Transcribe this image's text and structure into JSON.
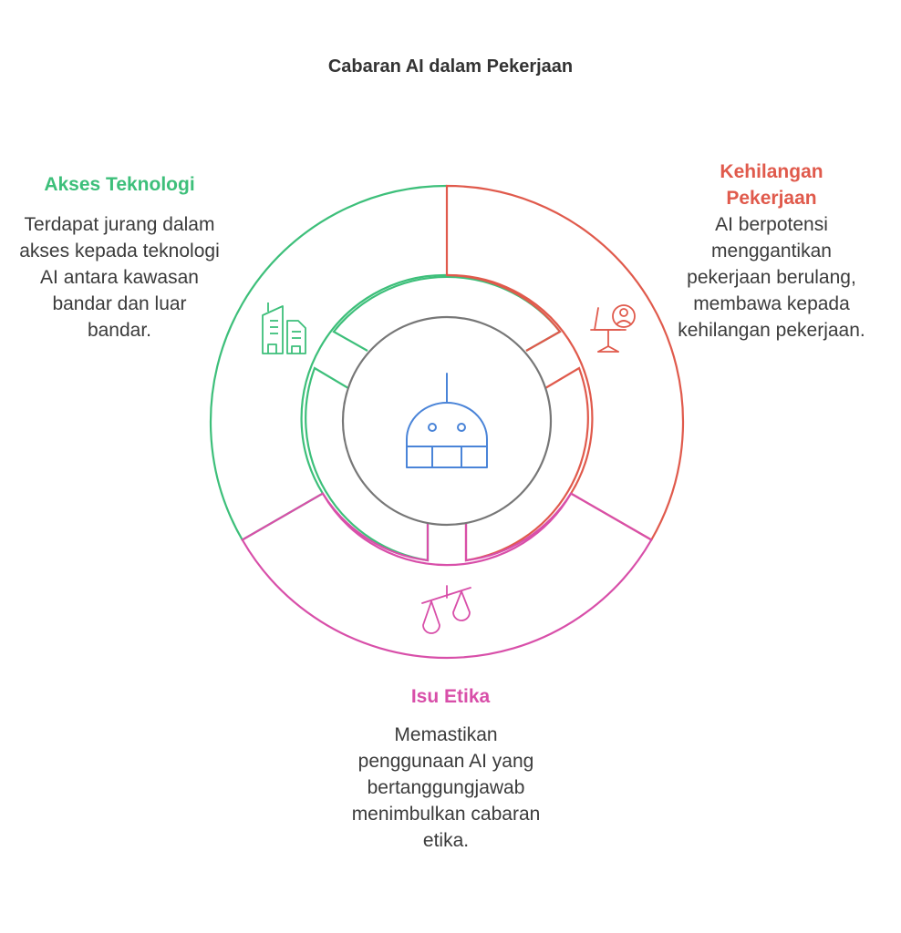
{
  "title": "Cabaran AI dalam Pekerjaan",
  "colors": {
    "green": "#3dbf7a",
    "red": "#e05a4c",
    "pink": "#d84fa9",
    "gray": "#777777",
    "blue": "#4a84d8"
  },
  "sections": {
    "left": {
      "heading": "Akses Teknologi",
      "description": "Terdapat jurang dalam akses kepada teknologi AI antara kawasan bandar dan luar bandar.",
      "icon": "city-buildings-icon"
    },
    "right": {
      "heading": "Kehilangan Pekerjaan",
      "description": "AI berpotensi menggantikan pekerjaan berulang, membawa kepada kehilangan pekerjaan.",
      "icon": "office-chair-person-icon"
    },
    "bottom": {
      "heading": "Isu Etika",
      "description": "Memastikan penggunaan AI yang bertanggungjawab menimbulkan cabaran etika.",
      "icon": "balance-scale-icon"
    }
  },
  "center_icon": "robot-icon"
}
